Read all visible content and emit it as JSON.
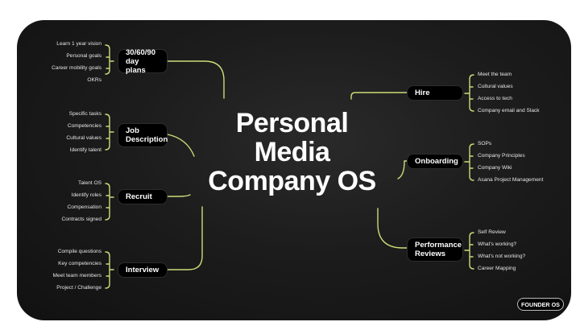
{
  "title": "Personal\nMedia\nCompany OS",
  "accent_color": "#cbdc78",
  "badge": {
    "label": "FOUNDER OS"
  },
  "left_branches": [
    {
      "label": "30/60/90\nday plans",
      "items": [
        "Learn 1 year vision",
        "Personal goals",
        "Career mobility goals",
        "OKRs"
      ]
    },
    {
      "label": "Job\nDescription",
      "items": [
        "Specific tasks",
        "Competencies",
        "Cultural values",
        "Identify talent"
      ]
    },
    {
      "label": "Recruit",
      "items": [
        "Talent OS",
        "Identify roles",
        "Compensation",
        "Contracts signed"
      ]
    },
    {
      "label": "Interview",
      "items": [
        "Compile questions",
        "Key competencies",
        "Meet team members",
        "Project / Challenge"
      ]
    }
  ],
  "right_branches": [
    {
      "label": "Hire",
      "items": [
        "Meet the team",
        "Cultural values",
        "Access to tech",
        "Company email and Slack"
      ]
    },
    {
      "label": "Onboarding",
      "items": [
        "SOPs",
        "Company Principles",
        "Company Wiki",
        "Asana Project Management"
      ]
    },
    {
      "label": "Performance\nReviews",
      "items": [
        "Self Review",
        "What's working?",
        "What's not working?",
        "Career Mapping"
      ]
    }
  ]
}
